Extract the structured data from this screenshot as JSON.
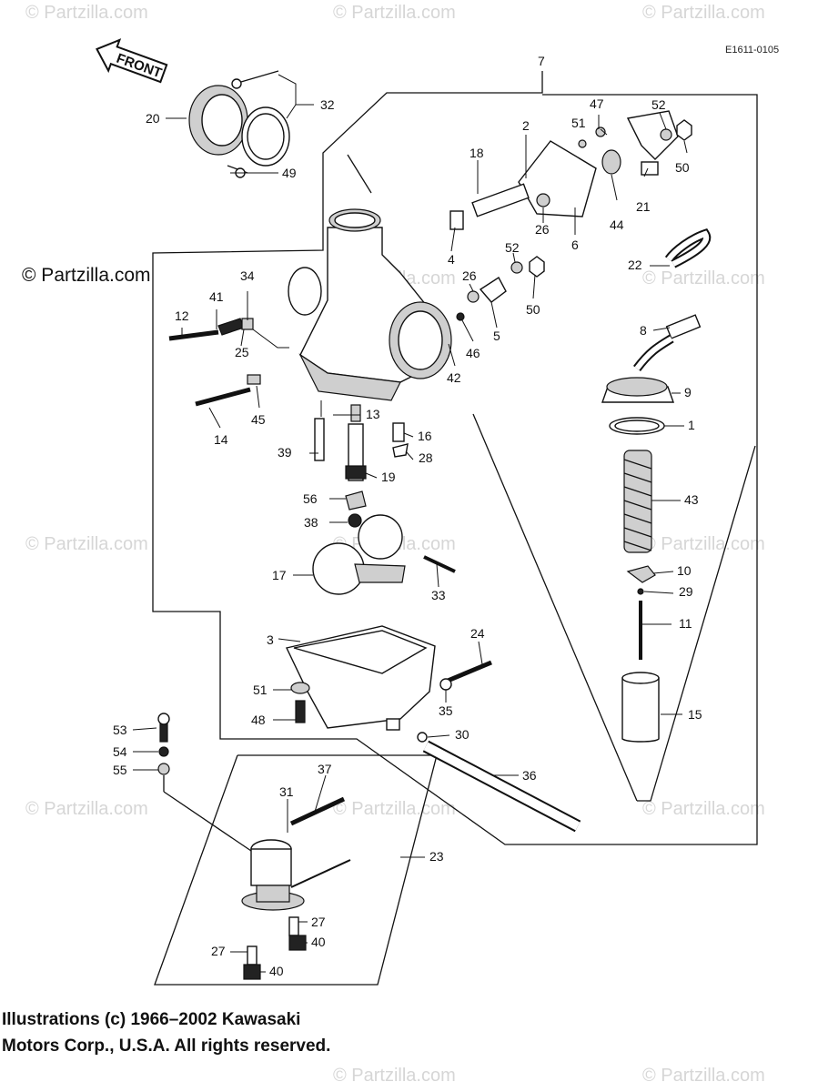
{
  "diagram_code": "E1611-0105",
  "front_label": "FRONT",
  "watermark_text": "© Partzilla.com",
  "site_watermark": "© Partzilla.com",
  "copyright_lines": [
    "Illustrations (c) 1966–2002 Kawasaki",
    "Motors Corp., U.S.A.  All rights reserved."
  ],
  "callouts": {
    "c1": "1",
    "c2": "2",
    "c3": "3",
    "c4": "4",
    "c5": "5",
    "c6": "6",
    "c7": "7",
    "c8": "8",
    "c9": "9",
    "c10": "10",
    "c11": "11",
    "c12": "12",
    "c13": "13",
    "c14": "14",
    "c15": "15",
    "c16": "16",
    "c17": "17",
    "c18": "18",
    "c19": "19",
    "c20": "20",
    "c21": "21",
    "c22": "22",
    "c23": "23",
    "c24": "24",
    "c25": "25",
    "c26a": "26",
    "c26b": "26",
    "c27a": "27",
    "c27b": "27",
    "c28": "28",
    "c29": "29",
    "c30": "30",
    "c31": "31",
    "c32": "32",
    "c33": "33",
    "c34": "34",
    "c35": "35",
    "c36": "36",
    "c37": "37",
    "c38": "38",
    "c39": "39",
    "c40a": "40",
    "c40b": "40",
    "c41": "41",
    "c42": "42",
    "c43": "43",
    "c44": "44",
    "c45": "45",
    "c46": "46",
    "c47": "47",
    "c48": "48",
    "c49": "49",
    "c50a": "50",
    "c50b": "50",
    "c51a": "51",
    "c51b": "51",
    "c52a": "52",
    "c52b": "52",
    "c53": "53",
    "c54": "54",
    "c55": "55",
    "c56": "56"
  }
}
